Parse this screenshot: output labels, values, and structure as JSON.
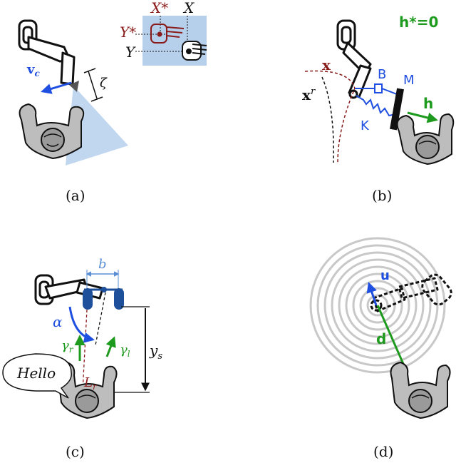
{
  "colors": {
    "blue": "#1f4fe0",
    "dark_red": "#8a1b1b",
    "green": "#1e9a1e",
    "light_blue": "#b6d0ec",
    "gray_body": "#bdbdbd",
    "gray_ring": "#c8c8c8",
    "steel": "#5b8fd4",
    "navy": "#1e4f9a"
  },
  "panels": {
    "a": {
      "caption": "(a)",
      "v_label": "v",
      "v_sub": "c",
      "zeta": "ζ",
      "X_star": "X*",
      "Y_star": "Y*",
      "X": "X",
      "Y": "Y"
    },
    "b": {
      "h_star": "h*=0",
      "x_label": "x",
      "xr_label": "x",
      "xr_sup": "r",
      "B": "B",
      "M": "M",
      "K": "K",
      "h": "h",
      "caption": "(b)"
    },
    "c": {
      "b": "b",
      "alpha": "α",
      "gamma_r": "γ",
      "gamma_r_sub": "r",
      "gamma_l": "γ",
      "gamma_l_sub": "l",
      "ys": "y",
      "ys_sub": "s",
      "Lr": "L",
      "Lr_sub": "r",
      "hello": "Hello",
      "caption": "(c)"
    },
    "d": {
      "u": "u",
      "d": "d",
      "caption": "(d)"
    }
  }
}
